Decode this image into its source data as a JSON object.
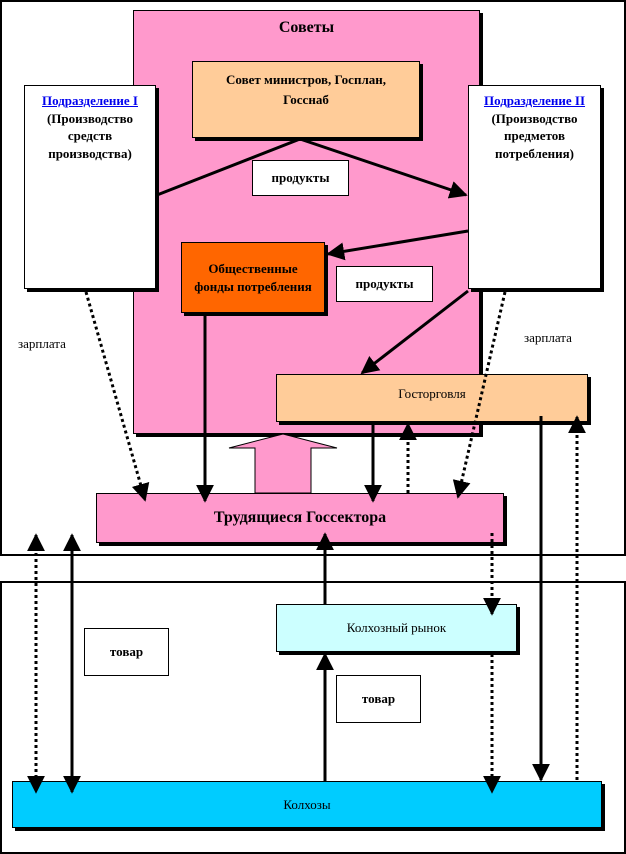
{
  "diagram": {
    "regions": {
      "upper": "state-sector",
      "lower": "kolkhoz-sector"
    },
    "soviets": {
      "title": "Советы"
    },
    "council": {
      "text": "Совет министров, Госплан, Госснаб"
    },
    "division1": {
      "link": "Подразделение I",
      "desc": "(Производство средств производства)"
    },
    "division2": {
      "link": "Подразделение II",
      "desc": "(Производство предметов потребления)"
    },
    "public_funds": {
      "text": "Общественные фонды потребления"
    },
    "products_label_1": "продукты",
    "products_label_2": "продукты",
    "wage_left": "зарплата",
    "wage_right": "зарплата",
    "state_trade": "Госторговля",
    "state_workers": "Трудящиеся Госсектора",
    "kolkhoz_market": "Колхозный рынок",
    "goods_label_1": "товар",
    "goods_label_2": "товар",
    "kolkhozes": "Колхозы",
    "colors": {
      "pink": "#ff99cc",
      "peach": "#ffcc99",
      "orange": "#ff6600",
      "light_cyan": "#ccffff",
      "cyan": "#00ccff",
      "link_blue": "#0000ee"
    }
  }
}
